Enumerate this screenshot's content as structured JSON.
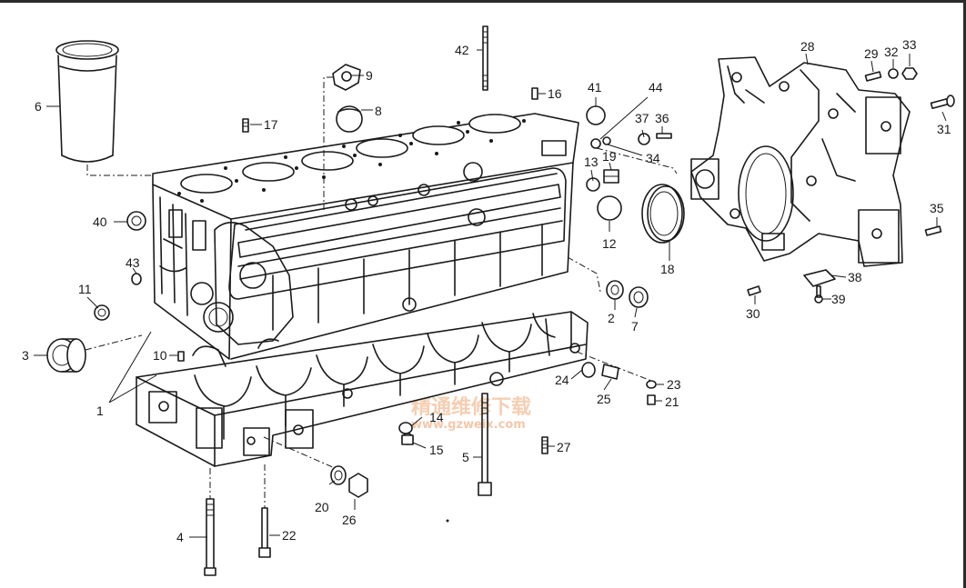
{
  "diagram": {
    "callouts": [
      {
        "id": "c1",
        "label": "1"
      },
      {
        "id": "c2",
        "label": "2"
      },
      {
        "id": "c3",
        "label": "3"
      },
      {
        "id": "c4",
        "label": "4"
      },
      {
        "id": "c5",
        "label": "5"
      },
      {
        "id": "c6",
        "label": "6"
      },
      {
        "id": "c7",
        "label": "7"
      },
      {
        "id": "c8",
        "label": "8"
      },
      {
        "id": "c9",
        "label": "9"
      },
      {
        "id": "c10",
        "label": "10"
      },
      {
        "id": "c11",
        "label": "11"
      },
      {
        "id": "c12",
        "label": "12"
      },
      {
        "id": "c13",
        "label": "13"
      },
      {
        "id": "c14",
        "label": "14"
      },
      {
        "id": "c15",
        "label": "15"
      },
      {
        "id": "c16",
        "label": "16"
      },
      {
        "id": "c17",
        "label": "17"
      },
      {
        "id": "c18",
        "label": "18"
      },
      {
        "id": "c19",
        "label": "19"
      },
      {
        "id": "c20",
        "label": "20"
      },
      {
        "id": "c21",
        "label": "21"
      },
      {
        "id": "c22",
        "label": "22"
      },
      {
        "id": "c23",
        "label": "23"
      },
      {
        "id": "c24",
        "label": "24"
      },
      {
        "id": "c25",
        "label": "25"
      },
      {
        "id": "c26",
        "label": "26"
      },
      {
        "id": "c27",
        "label": "27"
      },
      {
        "id": "c28",
        "label": "28"
      },
      {
        "id": "c29",
        "label": "29"
      },
      {
        "id": "c30",
        "label": "30"
      },
      {
        "id": "c31",
        "label": "31"
      },
      {
        "id": "c32",
        "label": "32"
      },
      {
        "id": "c33",
        "label": "33"
      },
      {
        "id": "c34",
        "label": "34"
      },
      {
        "id": "c35",
        "label": "35"
      },
      {
        "id": "c36",
        "label": "36"
      },
      {
        "id": "c37",
        "label": "37"
      },
      {
        "id": "c38",
        "label": "38"
      },
      {
        "id": "c39",
        "label": "39"
      },
      {
        "id": "c40",
        "label": "40"
      },
      {
        "id": "c41",
        "label": "41"
      },
      {
        "id": "c42",
        "label": "42"
      },
      {
        "id": "c43",
        "label": "43"
      },
      {
        "id": "c44",
        "label": "44"
      }
    ]
  },
  "watermark": {
    "text_cn": "精通维修下载",
    "text_url": "www.gzweix.com"
  },
  "colors": {
    "ink": "#1a1a1a",
    "background": "#ffffff",
    "watermark": "#f3c2a0"
  }
}
